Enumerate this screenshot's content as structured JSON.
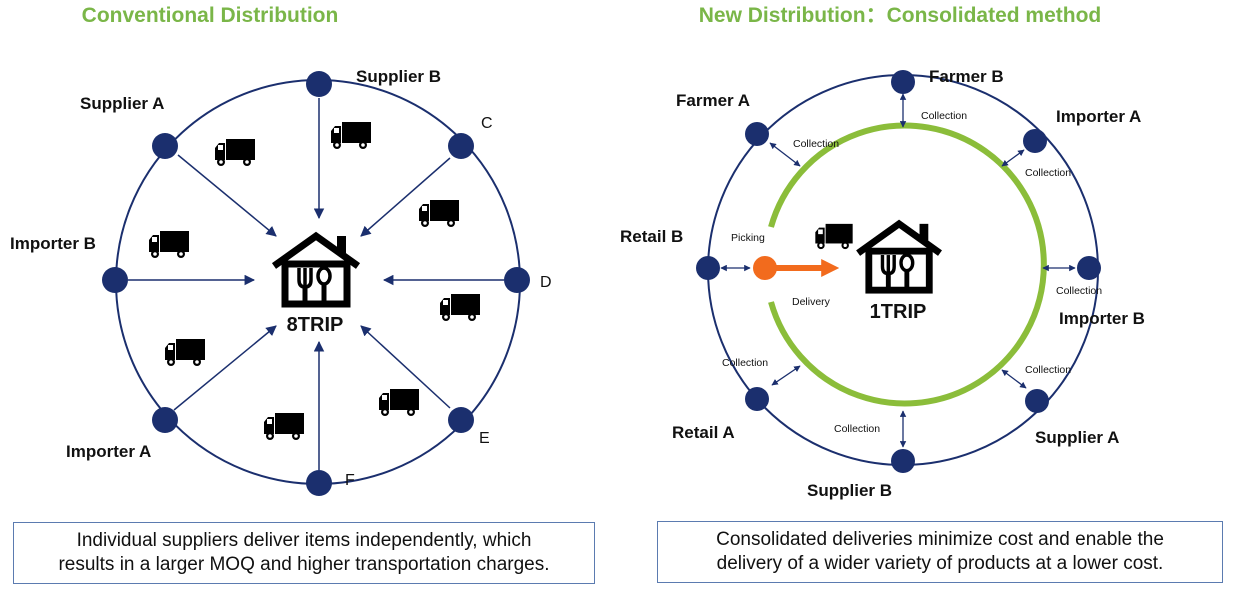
{
  "colors": {
    "title_green": "#7ab648",
    "navy": "#1b2f6e",
    "ring_green": "#8bbd3a",
    "arrow_orange": "#f26b1d",
    "text": "#111111"
  },
  "left_panel": {
    "title": "Conventional Distribution",
    "center_label": "8TRIP",
    "nodes": [
      {
        "id": "supplier-b",
        "label": "Supplier B"
      },
      {
        "id": "c",
        "label": "C"
      },
      {
        "id": "d",
        "label": "D"
      },
      {
        "id": "e",
        "label": "E"
      },
      {
        "id": "f",
        "label": "F"
      },
      {
        "id": "importer-a",
        "label": "Importer A"
      },
      {
        "id": "importer-b",
        "label": "Importer B"
      },
      {
        "id": "supplier-a",
        "label": "Supplier A"
      }
    ],
    "caption_lines": [
      "Individual suppliers deliver items independently, which",
      "results in a larger MOQ and higher transportation charges."
    ]
  },
  "right_panel": {
    "title": "New Distribution：Consolidated method",
    "center_label": "1TRIP",
    "nodes": [
      {
        "id": "farmer-b",
        "label": "Farmer B"
      },
      {
        "id": "importer-a",
        "label": "Importer A"
      },
      {
        "id": "importer-b",
        "label": "Importer B"
      },
      {
        "id": "supplier-a",
        "label": "Supplier A"
      },
      {
        "id": "supplier-b",
        "label": "Supplier B"
      },
      {
        "id": "retail-a",
        "label": "Retail A"
      },
      {
        "id": "retail-b",
        "label": "Retail B"
      },
      {
        "id": "farmer-a",
        "label": "Farmer A"
      }
    ],
    "collection_label": "Collection",
    "picking_label": "Picking",
    "delivery_label": "Delivery",
    "caption_lines": [
      "Consolidated deliveries minimize cost and enable the",
      "delivery of a wider variety of products at a lower cost."
    ]
  }
}
